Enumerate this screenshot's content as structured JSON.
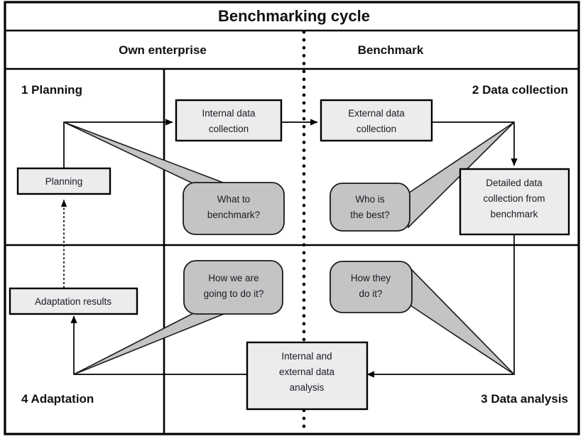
{
  "title": "Benchmarking cycle",
  "columns": [
    {
      "label": "Own enterprise"
    },
    {
      "label": "Benchmark"
    }
  ],
  "quadrants": [
    {
      "id": "planning",
      "label": "1 Planning"
    },
    {
      "id": "data-collection",
      "label": "2 Data collection"
    },
    {
      "id": "data-analysis",
      "label": "3 Data analysis"
    },
    {
      "id": "adaptation",
      "label": "4 Adaptation"
    }
  ],
  "process_boxes": [
    {
      "id": "planning-box",
      "lines": [
        "Planning"
      ]
    },
    {
      "id": "internal-data-collection-box",
      "lines": [
        "Internal data",
        "collection"
      ]
    },
    {
      "id": "external-data-collection-box",
      "lines": [
        "External data",
        "collection"
      ]
    },
    {
      "id": "detailed-data-collection-box",
      "lines": [
        "Detailed data",
        "collection from",
        "benchmark"
      ]
    },
    {
      "id": "internal-external-data-analysis-box",
      "lines": [
        "Internal and",
        "external data",
        "analysis"
      ]
    },
    {
      "id": "adaptation-results-box",
      "lines": [
        "Adaptation results"
      ]
    }
  ],
  "question_bubbles": [
    {
      "id": "what-to-benchmark-bubble",
      "lines": [
        "What to",
        "benchmark?"
      ]
    },
    {
      "id": "who-is-the-best-bubble",
      "lines": [
        "Who is",
        "the best?"
      ]
    },
    {
      "id": "how-we-are-going-to-do-it-bubble",
      "lines": [
        "How we are",
        "going to do it?"
      ]
    },
    {
      "id": "how-they-do-it-bubble",
      "lines": [
        "How they",
        "do it?"
      ]
    }
  ],
  "colors": {
    "box_fill": "#ececec",
    "bubble_fill": "#c4c4c4",
    "line": "#000000",
    "text": "#1a1a26",
    "background": "#ffffff"
  }
}
